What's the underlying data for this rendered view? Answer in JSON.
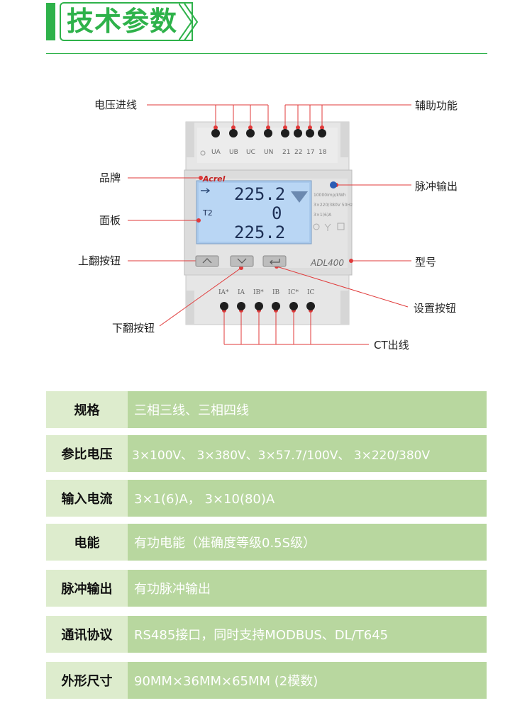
{
  "header": {
    "title": "技术参数"
  },
  "device": {
    "brand": "Acrel",
    "model": "ADL400",
    "top_terminals": [
      "UA",
      "UB",
      "UC",
      "UN",
      "21",
      "22",
      "17",
      "18"
    ],
    "bottom_terminals": [
      "IA*",
      "IA",
      "IB*",
      "IB",
      "IC*",
      "IC"
    ],
    "lcd": {
      "row1": "225.2",
      "row2": "0",
      "row3": "225.2",
      "tariff": "T2"
    },
    "side_info": [
      "10000imp/kWh",
      "3×220/380V 50Hz",
      "3×1(6)A"
    ]
  },
  "callouts": {
    "voltage_in": "电压进线",
    "aux": "辅助功能",
    "brand": "品牌",
    "pulse": "脉冲输出",
    "panel": "面板",
    "up_button": "上翻按钮",
    "model": "型号",
    "set_button": "设置按钮",
    "down_button": "下翻按钮",
    "ct": "CT出线"
  },
  "specs": [
    {
      "key": "规格",
      "value": "三相三线、三相四线"
    },
    {
      "key": "参比电压",
      "value": "3×100V、 3×380V、3×57.7/100V、 3×220/380V"
    },
    {
      "key": "输入电流",
      "value": "3×1(6)A， 3×10(80)A"
    },
    {
      "key": "电能",
      "value": "有功电能（准确度等级0.5S级）"
    },
    {
      "key": "脉冲输出",
      "value": "有功脉冲输出"
    },
    {
      "key": "通讯协议",
      "value": "RS485接口，同时支持MODBUS、DL/T645"
    },
    {
      "key": "外形尺寸",
      "value": "90MM×36MM×65MM (2模数)"
    }
  ]
}
